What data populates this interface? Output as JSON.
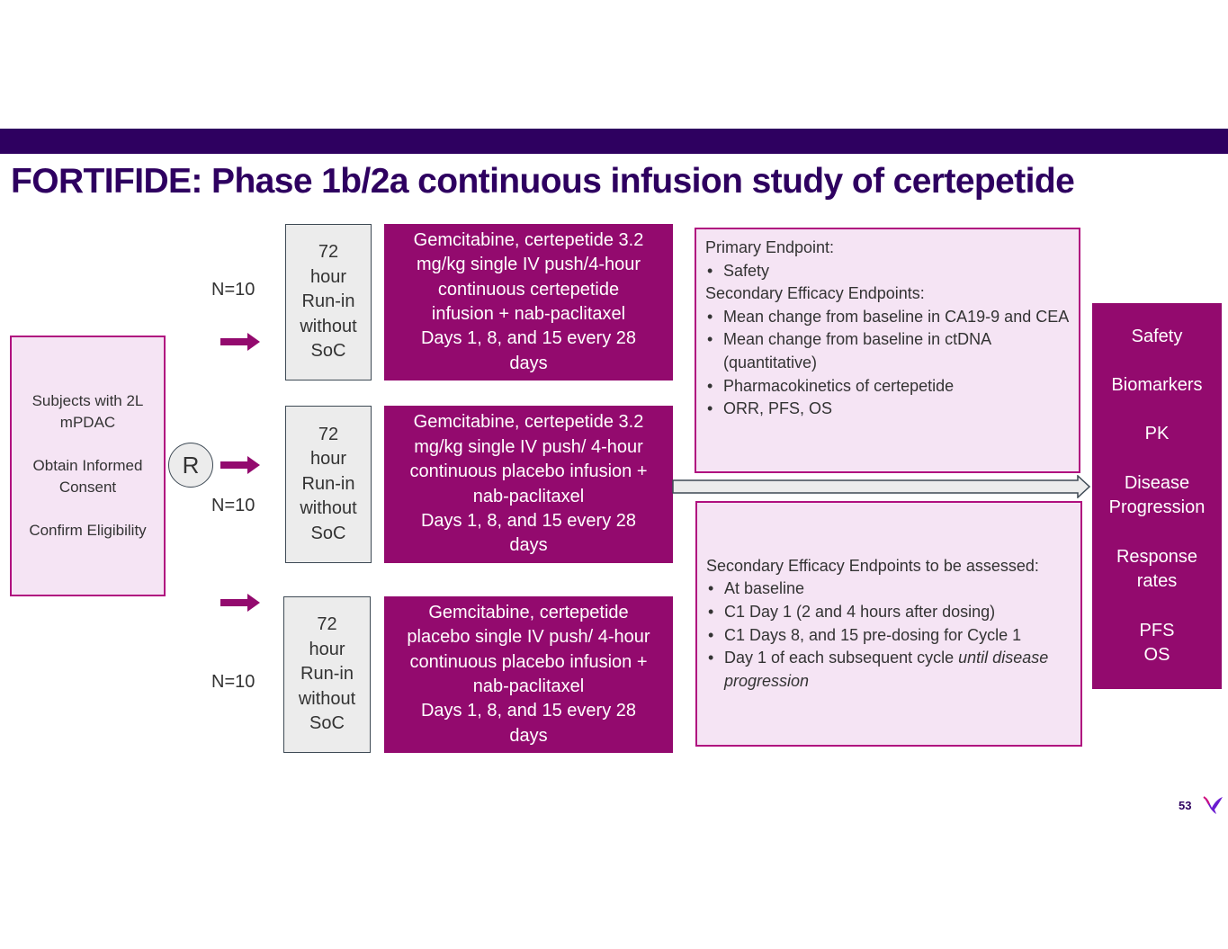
{
  "title": "FORTIFIDE: Phase 1b/2a continuous infusion study of certepetide",
  "subjects": {
    "line1": "Subjects with 2L",
    "line2": "mPDAC",
    "line3": "Obtain Informed",
    "line4": "Consent",
    "line5": "Confirm Eligibility"
  },
  "randomize": "R",
  "arms": [
    {
      "n": "N=10",
      "runin": [
        "72",
        "hour",
        "Run-in",
        "without",
        "SoC"
      ],
      "treatment": [
        "Gemcitabine, certepetide 3.2",
        "mg/kg single IV push/4-hour",
        "continuous certepetide",
        "infusion + nab-paclitaxel",
        "Days 1, 8, and 15 every 28",
        "days"
      ]
    },
    {
      "n": "N=10",
      "runin": [
        "72",
        "hour",
        "Run-in",
        "without",
        "SoC"
      ],
      "treatment": [
        "Gemcitabine, certepetide 3.2",
        "mg/kg  single IV push/ 4-hour",
        "continuous placebo infusion +",
        "nab-paclitaxel",
        "Days 1, 8, and 15 every 28",
        "days"
      ]
    },
    {
      "n": "N=10",
      "runin": [
        "72",
        "hour",
        "Run-in",
        "without",
        "SoC"
      ],
      "treatment": [
        "Gemcitabine, certepetide",
        "placebo single IV push/ 4-hour",
        "continuous placebo infusion +",
        "nab-paclitaxel",
        "Days 1, 8, and 15 every 28",
        "days"
      ]
    }
  ],
  "endpoints": {
    "primary_heading": "Primary Endpoint:",
    "primary": [
      "Safety"
    ],
    "secondary_heading": "Secondary Efficacy Endpoints:",
    "secondary": [
      "Mean change from baseline in CA19-9 and CEA",
      "Mean change from baseline in ctDNA (quantitative)",
      "Pharmacokinetics of certepetide",
      "ORR, PFS, OS"
    ]
  },
  "assessed": {
    "heading": "Secondary Efficacy Endpoints to be assessed:",
    "items": [
      "At baseline",
      "C1 Day 1 (2 and 4 hours after dosing)",
      "C1 Days 8, and 15 pre-dosing for Cycle 1"
    ],
    "last_item": "Day 1 of each subsequent cycle ",
    "last_item_italic": "until disease progression"
  },
  "outcomes": [
    "Safety",
    "Biomarkers",
    "PK",
    "Disease",
    "Progression",
    "Response",
    "rates",
    "PFS",
    "OS"
  ],
  "page_number": "53",
  "colors": {
    "header": "#2e0060",
    "magenta": "#930a6e",
    "pink": "#f5e4f4"
  }
}
